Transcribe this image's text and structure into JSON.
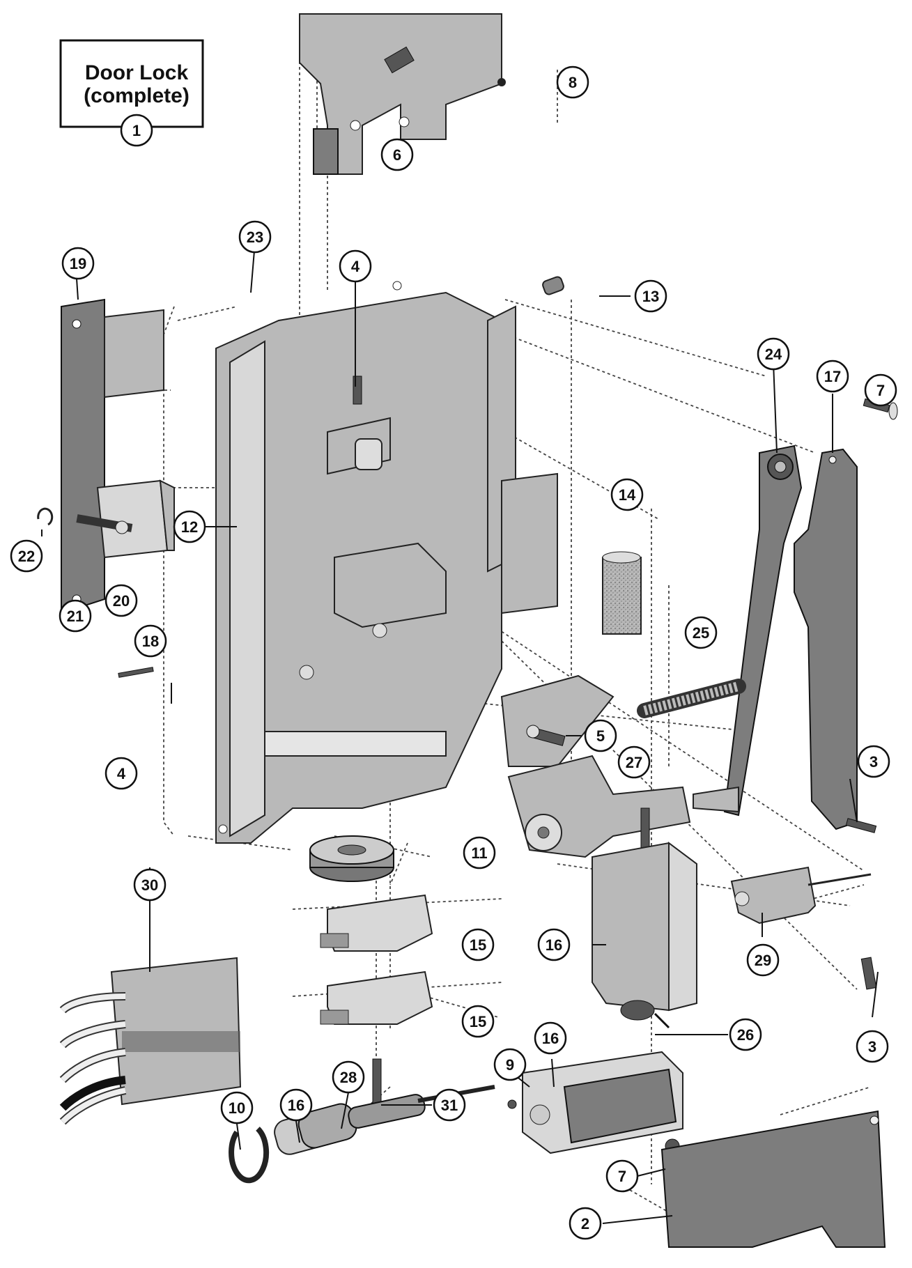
{
  "title_box": {
    "line1": "Door Lock",
    "line2": "(complete)",
    "callout": "1"
  },
  "callouts": [
    {
      "id": "c8",
      "label": "8"
    },
    {
      "id": "c6",
      "label": "6"
    },
    {
      "id": "c23",
      "label": "23"
    },
    {
      "id": "c19",
      "label": "19"
    },
    {
      "id": "c4a",
      "label": "4"
    },
    {
      "id": "c13",
      "label": "13"
    },
    {
      "id": "c24",
      "label": "24"
    },
    {
      "id": "c17",
      "label": "17"
    },
    {
      "id": "c7a",
      "label": "7"
    },
    {
      "id": "c14",
      "label": "14"
    },
    {
      "id": "c12",
      "label": "12"
    },
    {
      "id": "c22",
      "label": "22"
    },
    {
      "id": "c20",
      "label": "20"
    },
    {
      "id": "c21",
      "label": "21"
    },
    {
      "id": "c25",
      "label": "25"
    },
    {
      "id": "c18",
      "label": "18"
    },
    {
      "id": "c5",
      "label": "5"
    },
    {
      "id": "c27",
      "label": "27"
    },
    {
      "id": "c3a",
      "label": "3"
    },
    {
      "id": "c4b",
      "label": "4"
    },
    {
      "id": "c11",
      "label": "11"
    },
    {
      "id": "c30",
      "label": "30"
    },
    {
      "id": "c15a",
      "label": "15"
    },
    {
      "id": "c16a",
      "label": "16"
    },
    {
      "id": "c29",
      "label": "29"
    },
    {
      "id": "c15b",
      "label": "15"
    },
    {
      "id": "c16b",
      "label": "16"
    },
    {
      "id": "c26",
      "label": "26"
    },
    {
      "id": "c3b",
      "label": "3"
    },
    {
      "id": "c9",
      "label": "9"
    },
    {
      "id": "c10",
      "label": "10"
    },
    {
      "id": "c16c",
      "label": "16"
    },
    {
      "id": "c28",
      "label": "28"
    },
    {
      "id": "c31",
      "label": "31"
    },
    {
      "id": "c7b",
      "label": "7"
    },
    {
      "id": "c2",
      "label": "2"
    }
  ]
}
